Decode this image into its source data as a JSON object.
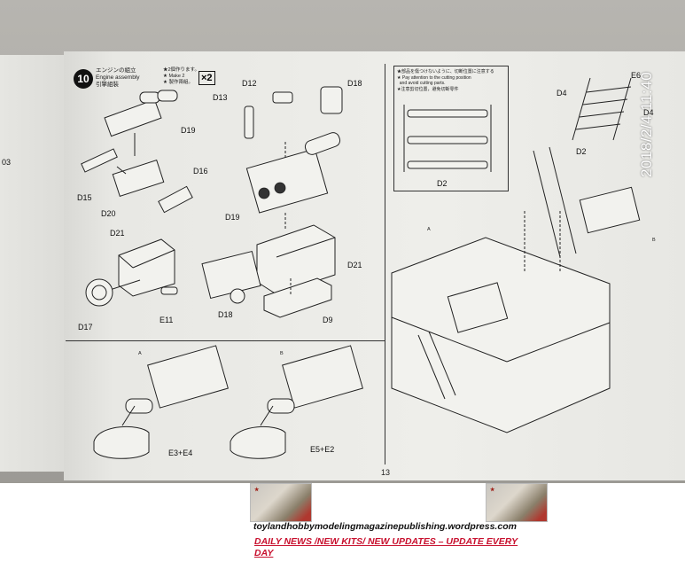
{
  "manual": {
    "step_number": "10",
    "step_title_jp": "エンジンの組立",
    "step_title_en": "Engine assembly",
    "step_title_cn": "引擎組裝",
    "make_note": "★2個作ります。\n★ Make 2\n★ 製作兩組。",
    "multiplier": "×2",
    "caution_note": "★部品を傷つけないように、切断位置に注意する\n★ Pay attention to the cutting position\n  and avoid cutting parts.\n★注意剪切位置，避免切斷零件",
    "page_number": "13",
    "parts": {
      "d12": "D12",
      "d13": "D13",
      "d18a": "D18",
      "d19a": "D19",
      "d19b": "D19",
      "d15": "D15",
      "d20": "D20",
      "d16": "D16",
      "d21a": "D21",
      "d21b": "D21",
      "d17": "D17",
      "e11": "E11",
      "d18b": "D18",
      "d9": "D9",
      "e3e4": "E3+E4",
      "e5e2": "E5+E2",
      "d2a": "D2",
      "d2b": "D2",
      "d4a": "D4",
      "d4b": "D4",
      "e6": "E6",
      "ref_a1": "A",
      "ref_b1": "B",
      "ref_a2": "A",
      "ref_b2": "B",
      "left_edge": "03"
    }
  },
  "photo_stamp": "2018/2/4  11:40",
  "footer": {
    "website": "toylandhobbymodelingmagazinepublishing.wordpress.com",
    "tagline": "DAILY NEWS /NEW KITS/ NEW UPDATES – UPDATE EVERY DAY"
  }
}
